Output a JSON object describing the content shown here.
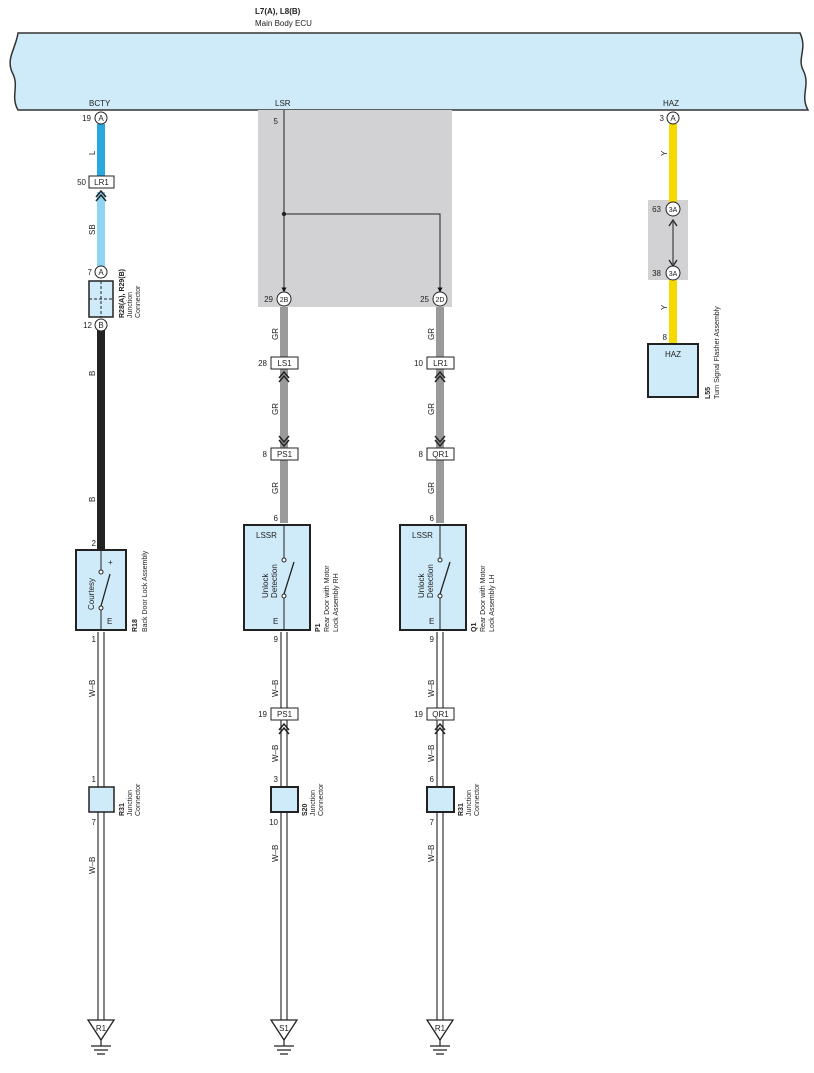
{
  "ecu": {
    "code": "L7(A), L8(B)",
    "name": "Main Body ECU",
    "terminals": {
      "bcty": "BCTY",
      "lsr": "LSR",
      "haz": "HAZ"
    }
  },
  "pins": {
    "bcty_a": "19",
    "lsr": "5",
    "haz_a": "3",
    "lr1_top": "50",
    "r28_top": "7",
    "r28_bot": "12",
    "b2b_left": "29",
    "b2d_right": "25",
    "ls1": "28",
    "lr1_mid": "10",
    "ps1_top": "8",
    "qr1_top": "8",
    "p1_top": "6",
    "q1_top": "6",
    "r18_top": "2",
    "r18_bot": "1",
    "p1_bot": "9",
    "q1_bot": "9",
    "ps1_bot": "19",
    "qr1_bot": "19",
    "r31_left_top": "1",
    "r31_left_bot": "7",
    "s20_top": "3",
    "s20_bot": "10",
    "r31_right_top": "6",
    "r31_right_bot": "7",
    "j3a_top": "63",
    "j3a_bot": "38",
    "haz_in": "8"
  },
  "connectors": {
    "A": "A",
    "B": "B",
    "2B": "2B",
    "2D": "2D",
    "3A": "3A",
    "LR1": "LR1",
    "LS1": "LS1",
    "PS1": "PS1",
    "QR1": "QR1"
  },
  "wires": {
    "L": "L",
    "SB": "SB",
    "B": "B",
    "GR": "GR",
    "Y": "Y",
    "WB": "W–B"
  },
  "components": {
    "r28": {
      "code": "R28(A), R29(B)",
      "name1": "Junction",
      "name2": "Connector"
    },
    "r18": {
      "code": "R18",
      "name": "Back Door Lock Assembly",
      "switch": "Courtesy",
      "plus": "+",
      "e": "E"
    },
    "p1": {
      "code": "P1",
      "name1": "Rear Door with Motor",
      "name2": "Lock Assembly RH",
      "label": "LSSR",
      "sw1": "Unlock",
      "sw2": "Detection",
      "e": "E"
    },
    "q1": {
      "code": "Q1",
      "name1": "Rear Door with Motor",
      "name2": "Lock Assembly LH",
      "label": "LSSR",
      "sw1": "Unlock",
      "sw2": "Detection",
      "e": "E"
    },
    "l55": {
      "code": "L55",
      "name": "Turn Signal Flasher Assembly",
      "label": "HAZ"
    },
    "r31a": {
      "code": "R31",
      "name1": "Junction",
      "name2": "Connector"
    },
    "s20": {
      "code": "S20",
      "name1": "Junction",
      "name2": "Connector"
    },
    "r31b": {
      "code": "R31",
      "name1": "Junction",
      "name2": "Connector"
    }
  },
  "grounds": {
    "left": "R1",
    "mid": "S1",
    "right": "R1"
  },
  "colors": {
    "ecu_fill": "#cfeaf8",
    "wire_blue": "#29a8e0",
    "wire_skyblue": "#8fd4f0",
    "wire_black": "#222222",
    "wire_gray": "#9a9a9a",
    "wire_yellow": "#f7d800",
    "shade": "#d2d2d4"
  }
}
